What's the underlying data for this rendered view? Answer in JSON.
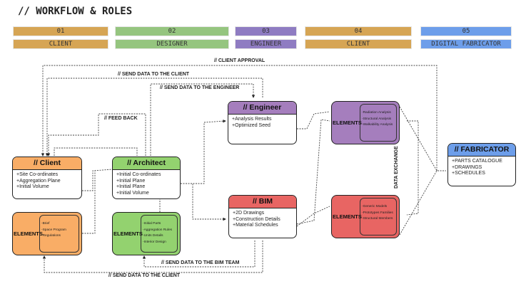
{
  "title": "// WORKFLOW & ROLES",
  "roles": [
    {
      "num": "01",
      "name": "CLIENT",
      "color": "#d6a554"
    },
    {
      "num": "02",
      "name": "DESIGNER",
      "color": "#95c57f"
    },
    {
      "num": "03",
      "name": "ENGINEER",
      "color": "#8f7cc2"
    },
    {
      "num": "04",
      "name": "CLIENT",
      "color": "#d6a554"
    },
    {
      "num": "05",
      "name": "DIGITAL FABRICATOR",
      "color": "#6d9eea"
    }
  ],
  "boxes": {
    "client": {
      "title": "// Client",
      "items": [
        "+Site Co-ordinates",
        "+Aggregation Plane",
        "+Initial Volume"
      ],
      "color": "#f9ad66"
    },
    "architect": {
      "title": "// Architect",
      "items": [
        "+Initial Co-ordinates",
        "+Initial Plane",
        "+Initial Plane",
        "+Initial Volume"
      ],
      "color": "#93d26f"
    },
    "engineer": {
      "title": "// Engineer",
      "items": [
        "+Analysis Results",
        "+Optimized Seed"
      ],
      "color": "#a57ebd"
    },
    "bim": {
      "title": "// BIM",
      "items": [
        "+2D Drawings",
        "+Construction Details",
        "+Material Schedules"
      ],
      "color": "#e86563"
    },
    "fabricator": {
      "title": "// FABRICATOR",
      "items": [
        "+PARTS CATALOGUE",
        "+DRAWINGS",
        "+SCHEDULES"
      ],
      "color": "#6d9eea"
    }
  },
  "elements": {
    "label": "ELEMENTS",
    "client": [
      "-Brief",
      "-Space Program",
      "-Regulations"
    ],
    "architect": [
      "-Initial Parts",
      "-Aggregation Rules",
      "-Units Details",
      "-Interior Design"
    ],
    "engineer": [
      "-Radiation Analysis",
      "-Structural Analysis",
      "-Walkability Analysis"
    ],
    "bim": [
      "-Generic Models",
      "-Prototypes Families",
      "-Structural Members"
    ]
  },
  "labels": {
    "client_approval": "// CLIENT APPROVAL",
    "send_client_top": "// SEND DATA TO THE CLIENT",
    "send_engineer": "// SEND DATA TO THE ENGINEER",
    "feed_back": "// FEED BACK",
    "data_exchange": "DATA EXCHANGE",
    "send_bim": "// SEND DATA TO THE BIM TEAM",
    "send_client_bottom": "// SEND DATA TO THE CLIENT"
  }
}
